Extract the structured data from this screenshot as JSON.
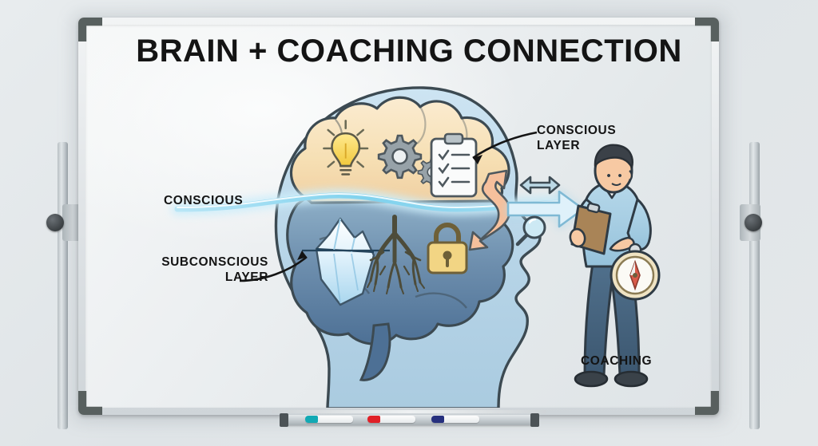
{
  "scene": {
    "kind": "whiteboard-illustration",
    "title": "BRAIN + COACHING CONNECTION"
  },
  "whiteboard": {
    "frame_color": "#d8dee1",
    "surface_color": "#eef1f2",
    "corner_color": "#58605f",
    "tray": {
      "markers": [
        {
          "name": "teal-marker",
          "color": "#12a9b4"
        },
        {
          "name": "red-marker",
          "color": "#e02027"
        },
        {
          "name": "blue-marker",
          "color": "#26307e"
        }
      ]
    }
  },
  "labels": {
    "conscious_layer": "CONSCIOUS\nLAYER",
    "conscious": "CONSCIOUS",
    "subconscious_layer": "SUBCONSCIOUS\nLAYER",
    "coaching": "COACHING"
  },
  "diagram": {
    "head": {
      "name": "head-silhouette",
      "facing": "right",
      "fill": "#b9d6e8",
      "outline": "#3c4a52"
    },
    "conscious_region": {
      "name": "conscious-brain-layer",
      "fill": "#f6e0b5",
      "icons": [
        {
          "name": "lightbulb-icon",
          "color": "#f5cf4a"
        },
        {
          "name": "gears-icon",
          "color": "#8b969c"
        },
        {
          "name": "clipboard-checklist-icon",
          "color": "#fafafa"
        }
      ]
    },
    "subconscious_region": {
      "name": "subconscious-brain-layer",
      "fill": "#6d8fae",
      "icons": [
        {
          "name": "iceberg-icon",
          "color": "#dff0fa"
        },
        {
          "name": "tree-roots-icon",
          "color": "#6c6a52"
        },
        {
          "name": "padlock-icon",
          "color": "#f2d584"
        }
      ]
    },
    "divider": {
      "name": "glowing-wave-divider",
      "color": "#8fd8ef",
      "glow": "#cdeefb"
    },
    "exchange_arrow": {
      "name": "layer-exchange-double-arrow",
      "color": "#f6c09c"
    },
    "connector_arrows": [
      {
        "name": "bidirectional-arrow-icon",
        "color": "#3e4c55"
      },
      {
        "name": "outflow-arrow-icon",
        "color": "#a9d8ea"
      },
      {
        "name": "magnifier-icon",
        "color": "#3e4c55"
      }
    ],
    "coach": {
      "name": "coach-figure",
      "skin": "#f7c9a3",
      "hair": "#3b4148",
      "shirt": "#a8cfe4",
      "pants": "#46607a",
      "shoes": "#3a4249",
      "clipboard": "#a98457",
      "compass": "#f0e3c2"
    }
  }
}
